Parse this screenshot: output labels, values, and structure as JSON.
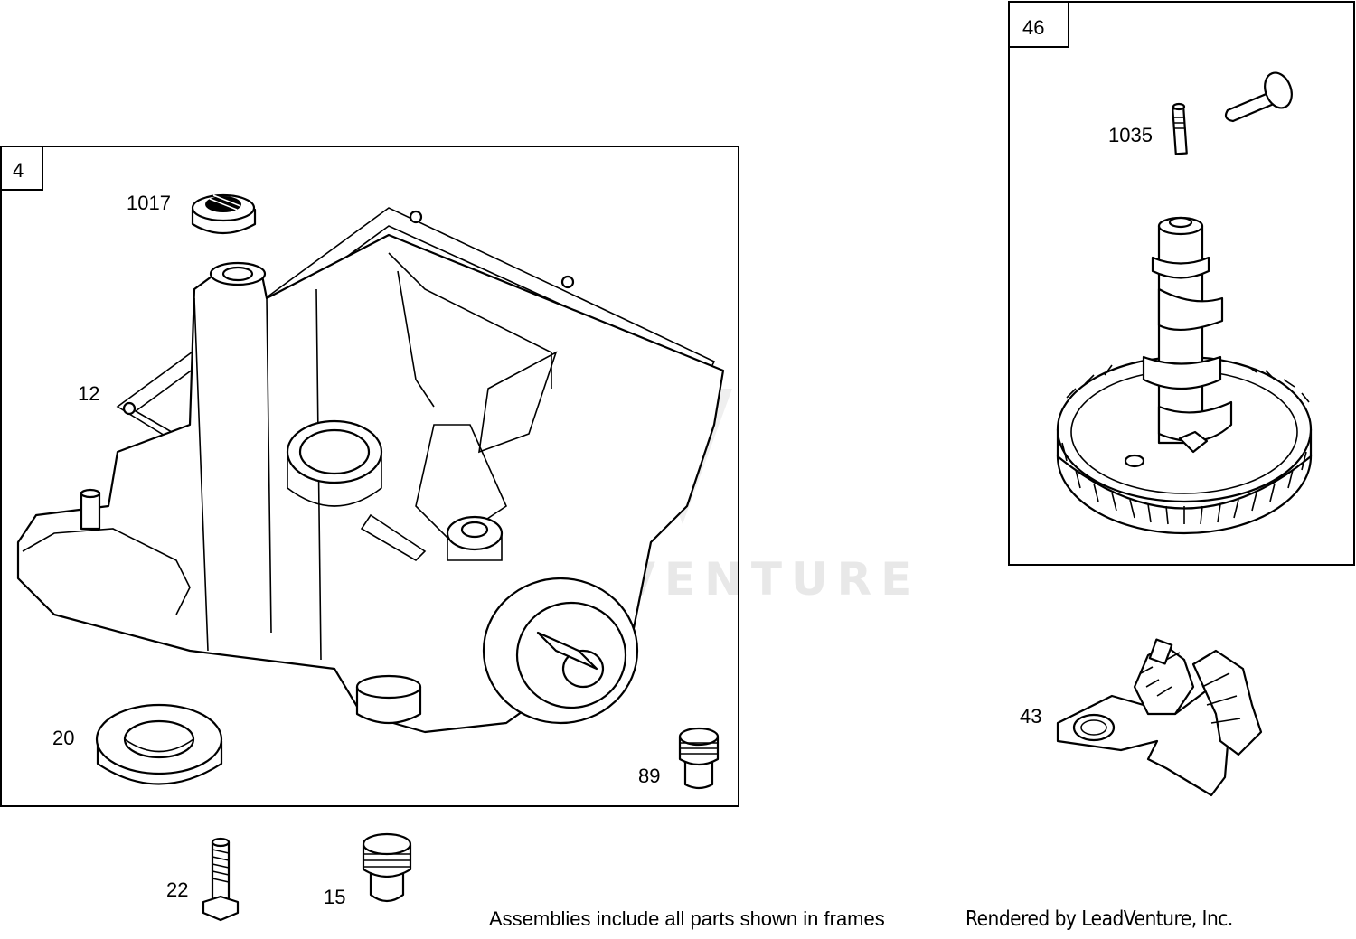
{
  "frames": {
    "left_tag": "4",
    "right_tag": "46"
  },
  "parts": {
    "p1017": "1017",
    "p12": "12",
    "p20": "20",
    "p89": "89",
    "p22": "22",
    "p15": "15",
    "p1035": "1035",
    "p43": "43"
  },
  "footer": {
    "note": "Assemblies include all parts shown in frames",
    "credit": "Rendered by LeadVenture, Inc."
  },
  "watermark": {
    "text": "LEADVENTURE"
  },
  "colors": {
    "line": "#000000",
    "background": "#ffffff",
    "watermark": "#e8e8e8"
  }
}
